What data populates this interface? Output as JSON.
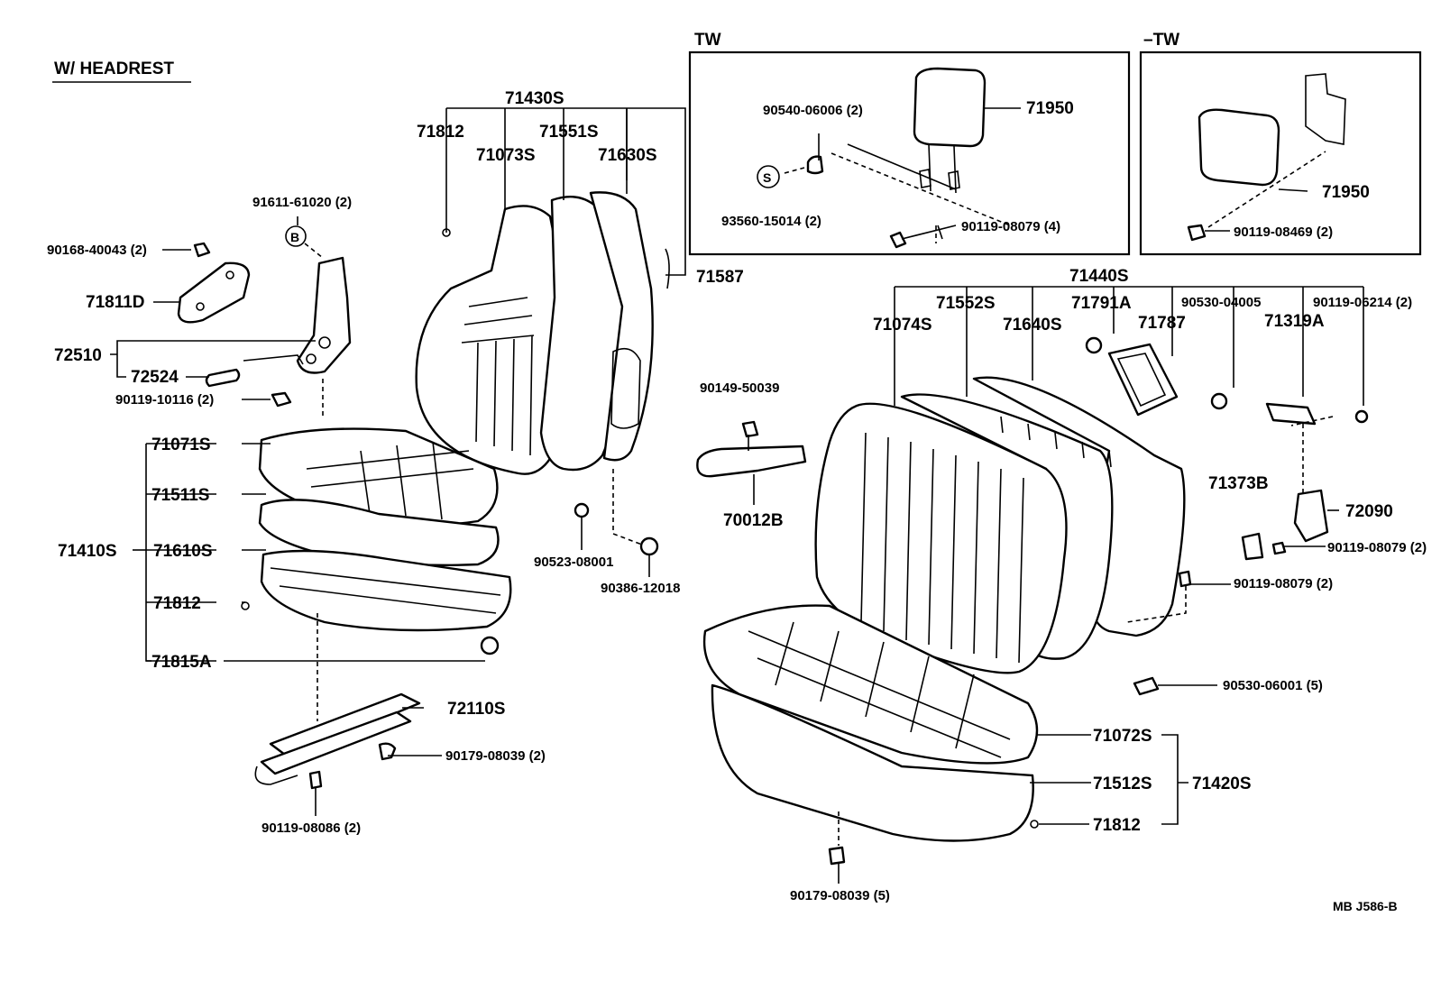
{
  "header": {
    "title": "W/ HEADREST"
  },
  "insets": {
    "tw": "TW",
    "no_tw": "–TW"
  },
  "code": "MB  J586-B",
  "labels": {
    "p71430S": "71430S",
    "p71812a": "71812",
    "p71073S": "71073S",
    "p71551S": "71551S",
    "p71630S": "71630S",
    "p71587": "71587",
    "p91611": "91611-61020 (2)",
    "p90168": "90168-40043 (2)",
    "p71811D": "71811D",
    "p72510": "72510",
    "p72524": "72524",
    "p90119_10116": "90119-10116 (2)",
    "p71071S": "71071S",
    "p71511S": "71511S",
    "p71410S": "71410S",
    "p71610S": "71610S",
    "p71812b": "71812",
    "p71815A": "71815A",
    "p72110S": "72110S",
    "p90179a": "90179-08039 (2)",
    "p90119_08086": "90119-08086 (2)",
    "p90523": "90523-08001",
    "p90386": "90386-12018",
    "p90149": "90149-50039",
    "p70012B": "70012B",
    "p90540": "90540-06006 (2)",
    "p71950a": "71950",
    "p93560": "93560-15014 (2)",
    "p90119_08079_4": "90119-08079 (4)",
    "p71950b": "71950",
    "p90119_08469": "90119-08469 (2)",
    "p71440S": "71440S",
    "p71552S": "71552S",
    "p71791A": "71791A",
    "p90530_04005": "90530-04005",
    "p90119_06214": "90119-06214 (2)",
    "p71074S": "71074S",
    "p71640S": "71640S",
    "p71787": "71787",
    "p71319A": "71319A",
    "p71373B": "71373B",
    "p72090": "72090",
    "p90119_08079_2a": "90119-08079 (2)",
    "p90119_08079_2b": "90119-08079 (2)",
    "p90530_06001": "90530-06001 (5)",
    "p71072S": "71072S",
    "p71512S": "71512S",
    "p71420S": "71420S",
    "p71812c": "71812",
    "p90179b": "90179-08039 (5)"
  }
}
